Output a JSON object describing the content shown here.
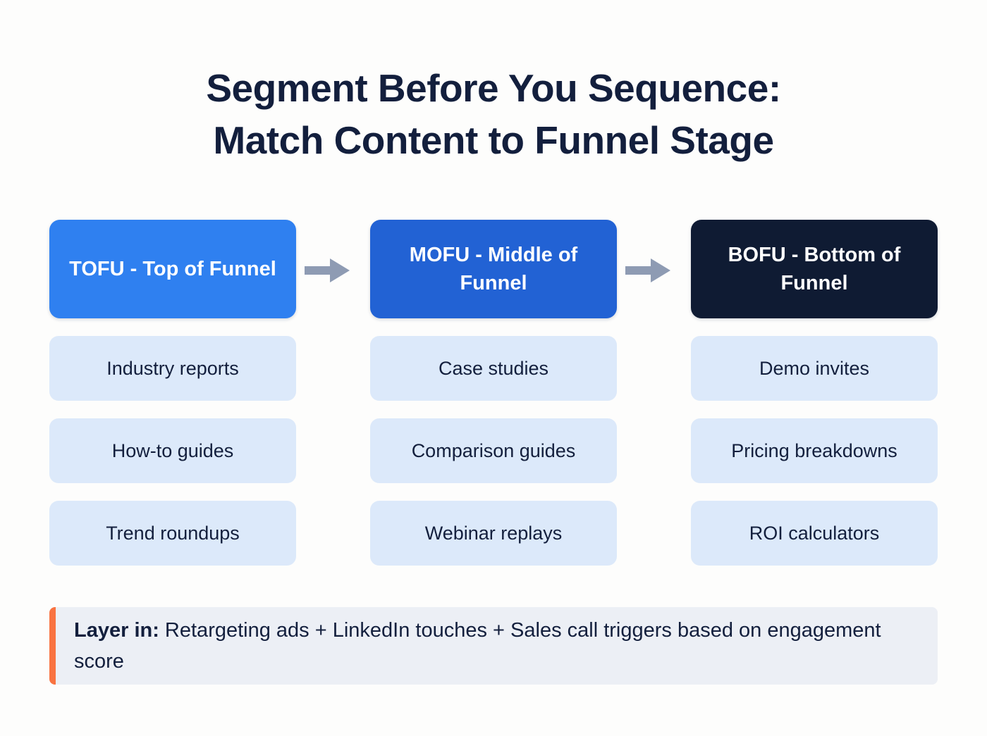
{
  "title": {
    "line1": "Segment Before You Sequence:",
    "line2": "Match Content to Funnel Stage"
  },
  "colors": {
    "background": "#fdfdfc",
    "title_text": "#131f3d",
    "tofu": "#2f80f0",
    "mofu": "#2262d4",
    "bofu": "#0f1b33",
    "item_card": "#dce9fa",
    "item_text": "#131f3d",
    "arrow": "#8e9bb3",
    "callout_bg": "#eceff5",
    "callout_accent": "#f97341"
  },
  "stages": [
    {
      "key": "tofu",
      "header": "TOFU - Top of Funnel",
      "items": [
        "Industry reports",
        "How-to guides",
        "Trend roundups"
      ]
    },
    {
      "key": "mofu",
      "header": "MOFU - Middle of Funnel",
      "items": [
        "Case studies",
        "Comparison guides",
        "Webinar replays"
      ]
    },
    {
      "key": "bofu",
      "header": "BOFU - Bottom of Funnel",
      "items": [
        "Demo invites",
        "Pricing breakdowns",
        "ROI calculators"
      ]
    }
  ],
  "arrows": [
    {
      "name": "arrow-tofu-to-mofu",
      "glyph": "right-arrow-icon"
    },
    {
      "name": "arrow-mofu-to-bofu",
      "glyph": "right-arrow-icon"
    }
  ],
  "callout": {
    "lead": "Layer in:",
    "body": " Retargeting ads + LinkedIn touches + Sales call triggers based on engagement score"
  }
}
